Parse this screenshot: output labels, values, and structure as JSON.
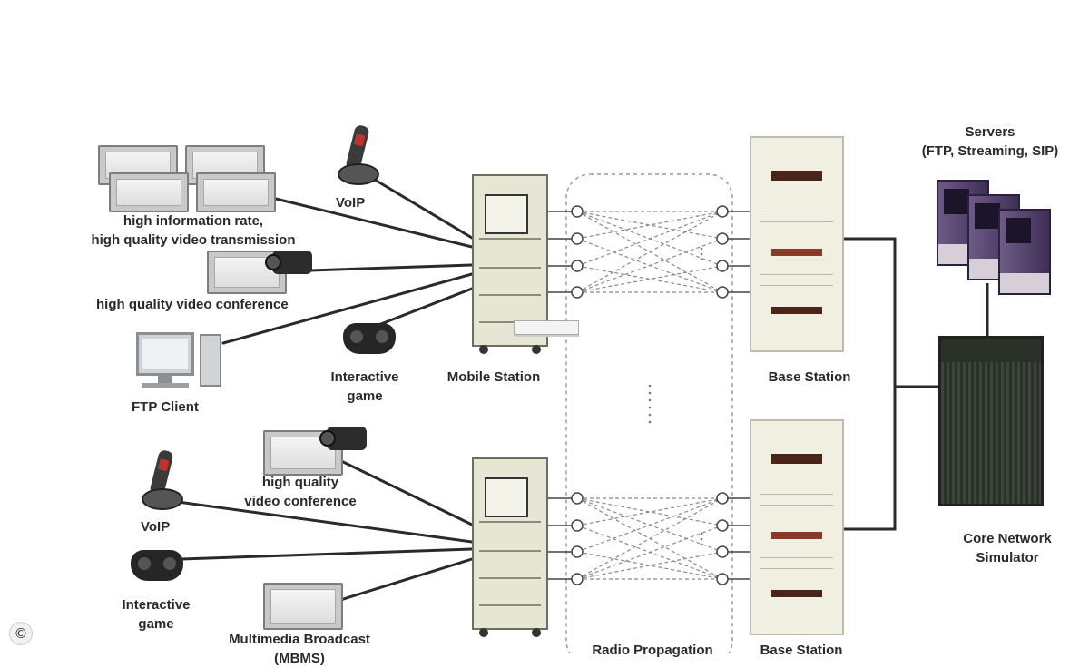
{
  "diagram": {
    "labels": {
      "voip_top": "VoIP",
      "video_transmission_line1": "high information rate,",
      "video_transmission_line2": "high quality video transmission",
      "video_conference_top": "high quality video conference",
      "ftp_client": "FTP Client",
      "interactive_game_top_line1": "Interactive",
      "interactive_game_top_line2": "game",
      "mobile_station_top": "Mobile Station",
      "base_station_top": "Base Station",
      "servers_line1": "Servers",
      "servers_line2": "(FTP, Streaming, SIP)",
      "core_network_line1": "Core Network",
      "core_network_line2": "Simulator",
      "video_conference_bottom_line1": "high quality",
      "video_conference_bottom_line2": "video conference",
      "voip_bottom": "VoIP",
      "interactive_game_bottom_line1": "Interactive",
      "interactive_game_bottom_line2": "game",
      "multimedia_broadcast_line1": "Multimedia Broadcast",
      "multimedia_broadcast_line2": "(MBMS)",
      "radio_propagation": "Radio Propagation",
      "base_station_bottom": "Base Station",
      "copyright_symbol": "©"
    },
    "colors": {
      "wire": "#222222",
      "rf_dashed": "#8a8a8a",
      "rack_frame": "#e7e6d4",
      "base_station_cabinet": "#f0efe2",
      "server_case": "#5a4772",
      "core_cabinet": "#3e453a"
    },
    "icons": [
      "monitor-icon",
      "video-camera-icon",
      "telephone-icon",
      "gamepad-icon",
      "pc-icon",
      "server-icon",
      "cabinet-icon"
    ]
  }
}
